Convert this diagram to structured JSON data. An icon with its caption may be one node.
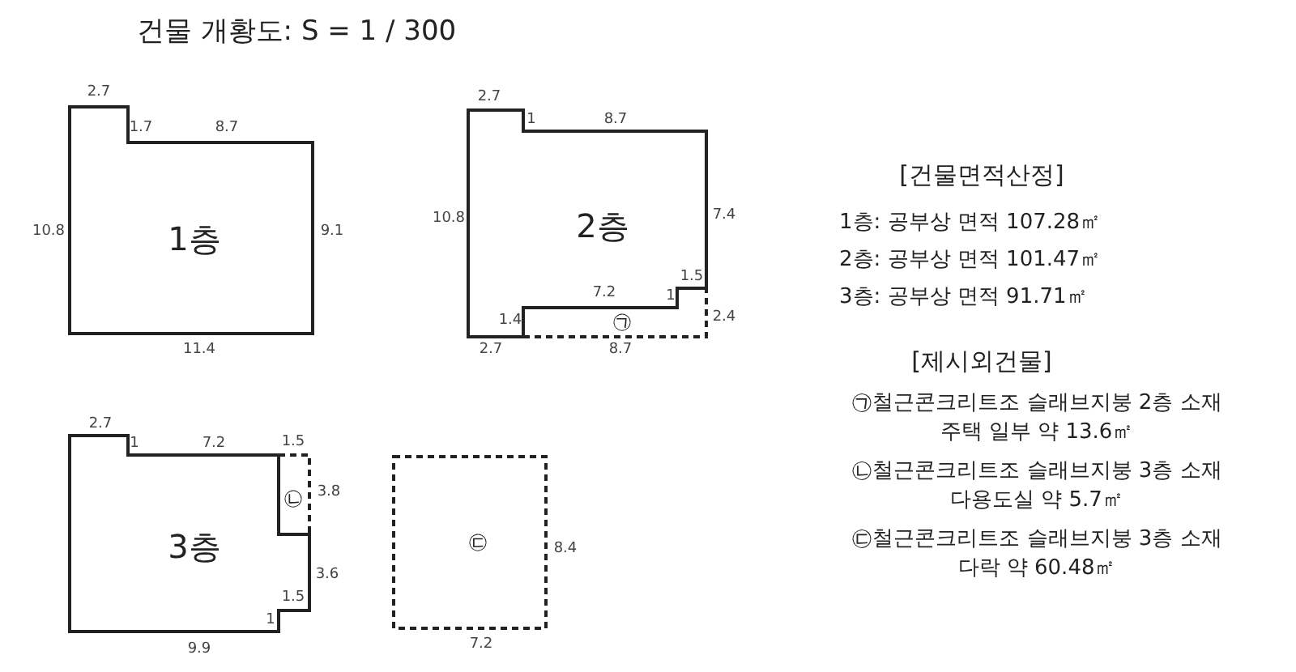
{
  "diagram": {
    "title": "건물 개황도: S = 1 / 300",
    "nodes": [
      {
        "text": [
          "1층"
        ]
      },
      {
        "text": [
          "2층"
        ]
      },
      {
        "text": [
          "㉠"
        ]
      },
      {
        "text": [
          "3층"
        ]
      },
      {
        "text": [
          "㉡"
        ]
      },
      {
        "text": [
          "㉢"
        ]
      }
    ],
    "edges": [],
    "labels": [
      "2.7",
      "1.7",
      "8.7",
      "10.8",
      "9.1",
      "11.4",
      "2.7",
      "1",
      "8.7",
      "10.8",
      "7.4",
      "1.5",
      "7.2",
      "1",
      "1.4",
      "2.4",
      "2.7",
      "8.7",
      "2.7",
      "1",
      "7.2",
      "1.5",
      "3.8",
      "3.6",
      "1.5",
      "1",
      "9.9",
      "8.4",
      "7.2",
      "[건물면적산정]",
      "1층: 공부상 면적 107.28㎡",
      "2층: 공부상 면적 101.47㎡",
      "3층: 공부상 면적 91.71㎡",
      "[제시외건물]",
      "㉠철근콘크리트조 슬래브지붕 2층 소재 주택 일부 약 13.6㎡",
      "㉡철근콘크리트조 슬래브지붕 3층 소재 다용도실 약 5.7㎡",
      "㉢철근콘크리트조 슬래브지붕 3층 소재 다락 약 60.48㎡"
    ]
  }
}
